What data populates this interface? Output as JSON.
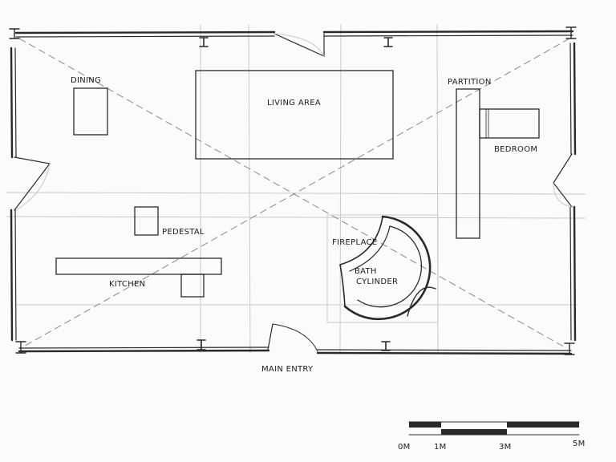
{
  "labels": {
    "dining": "DINING",
    "living_area": "LIVING AREA",
    "partition": "PARTITION",
    "bedroom": "BEDROOM",
    "pedestal": "PEDESTAL",
    "fireplace": "FIREPLACE",
    "bath_line1": "BATH",
    "bath_line2": "CYLINDER",
    "kitchen": "KITCHEN",
    "main_entry": "MAIN ENTRY"
  },
  "scale_bar": {
    "ticks": [
      "0M",
      "1M",
      "3M",
      "5M"
    ]
  },
  "colors": {
    "ink": "#2a2a2a",
    "paper": "#fbfbfa",
    "construction_line": "#c9c9c9"
  }
}
